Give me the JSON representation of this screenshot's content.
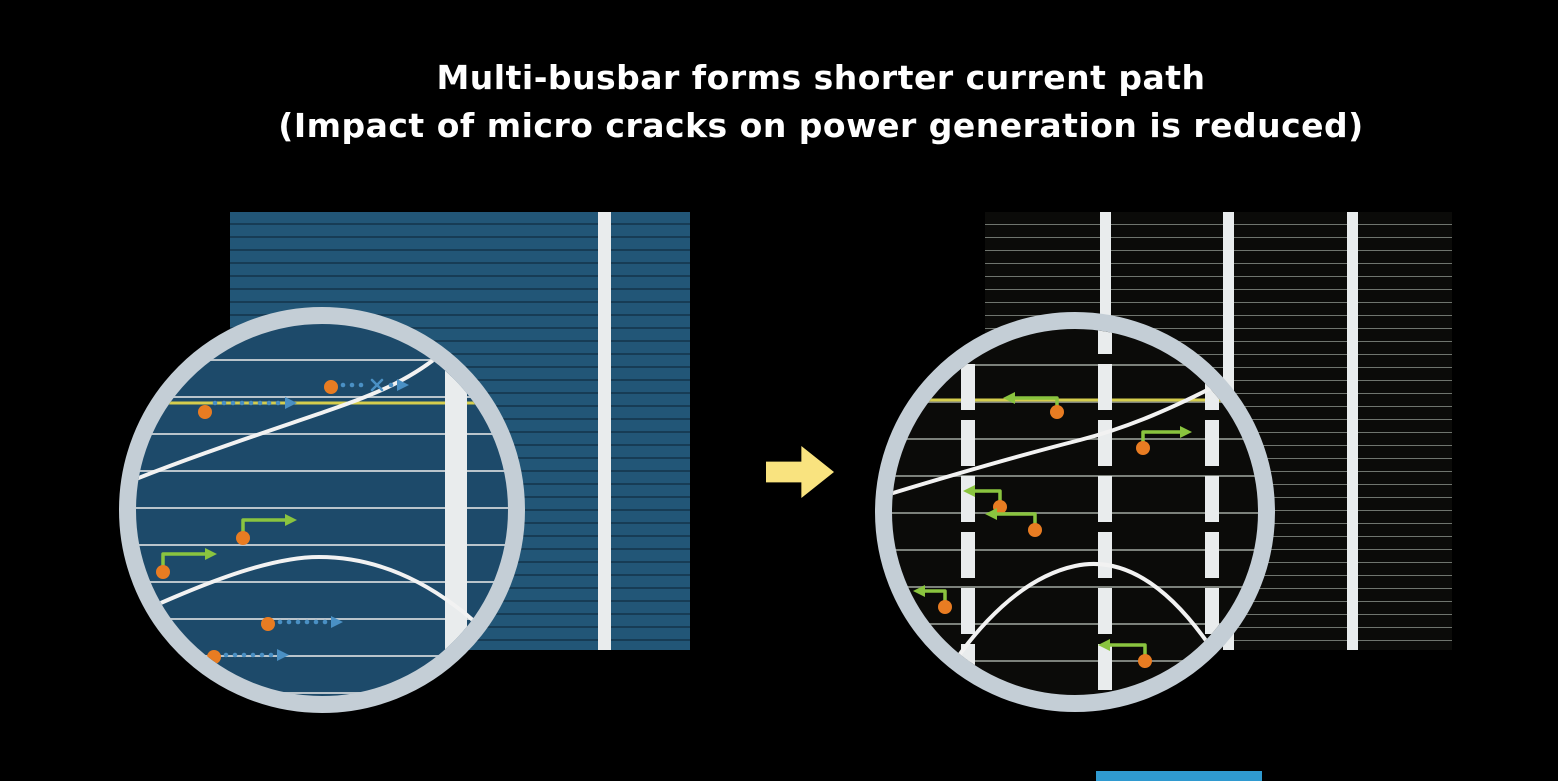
{
  "title": {
    "line1": "Multi-busbar forms shorter current path",
    "line2": "(Impact of micro cracks on power generation is reduced)"
  },
  "diagram": {
    "left_cell": {
      "type": "conventional-busbar-cell",
      "busbars_visible": 1
    },
    "right_cell": {
      "type": "multi-busbar-cell",
      "busbars_visible": 3
    },
    "transition": "right-arrow"
  },
  "icons": {
    "transition-arrow": "block-arrow-right",
    "blocked-current": "×",
    "electron": "orange-dot",
    "magnifier": "circle-lens",
    "crack": "white-curved-line"
  },
  "colors": {
    "background": "#000000",
    "title-text": "#ffffff",
    "cell-blue": "#225677",
    "cell-blue-line": "#173c55",
    "cell-black": "#0b0b09",
    "cell-black-line": "#6f746e",
    "busbar": "#e9eced",
    "ring": "#c4ced6",
    "mag-blue-bg": "#1d4a6a",
    "mag-blue-line": "#b9c4cb",
    "mag-black-line": "#7c817b",
    "crack": "#f2f2f2",
    "yellow-line": "#d5cd4d",
    "arrow-yellow": "#f9e37f",
    "dot-orange": "#e87c22",
    "arrow-green": "#8ac43f",
    "arrow-blue": "#4a90c4",
    "bottom-bar": "#2f9ad0"
  }
}
